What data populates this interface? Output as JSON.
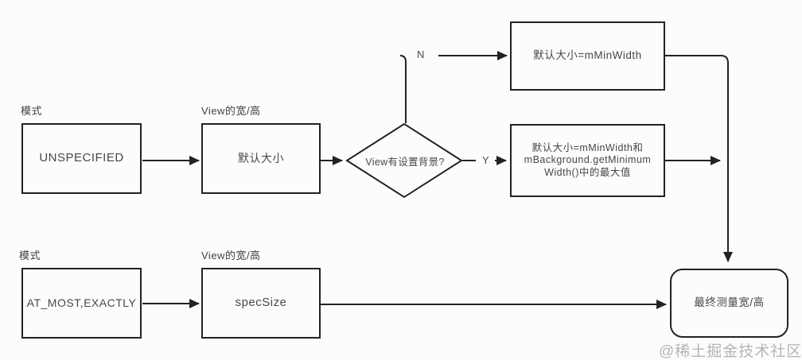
{
  "colors": {
    "stroke": "#222222",
    "node_text": "#474747",
    "background": "#fcfcfc",
    "watermark_text": "#b5b5b5"
  },
  "row1": {
    "mode_label": "模式",
    "mode_value": "UNSPECIFIED",
    "size_label": "View的宽/高",
    "size_value": "默认大小",
    "decision": "View有设置背景?",
    "branch_no": "N",
    "branch_yes": "Y",
    "no_result": "默认大小=mMinWidth",
    "yes_result_line1": "默认大小=mMinWidth和",
    "yes_result_line2": "mBackground.getMinimum",
    "yes_result_line3": "Width()中的最大值"
  },
  "row2": {
    "mode_label": "模式",
    "mode_value": "AT_MOST,EXACTLY",
    "size_label": "View的宽/高",
    "size_value": "specSize",
    "result": "最终测量宽/高"
  },
  "watermark": {
    "text": "@稀土掘金技术社区"
  }
}
